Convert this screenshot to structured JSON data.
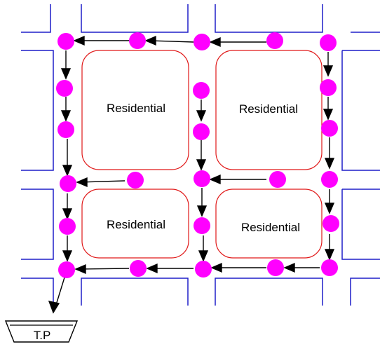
{
  "colors": {
    "road_edge": "#1f1fc8",
    "block_outline": "#e01818",
    "node": "#ff00ff",
    "arrow": "#000000",
    "background": "#ffffff"
  },
  "blocks": [
    {
      "id": "top-left",
      "label": "Residential"
    },
    {
      "id": "top-right",
      "label": "Residential"
    },
    {
      "id": "bottom-left",
      "label": "Residential"
    },
    {
      "id": "bottom-right",
      "label": "Residential"
    }
  ],
  "treatment_plant": {
    "label": "T.P"
  }
}
